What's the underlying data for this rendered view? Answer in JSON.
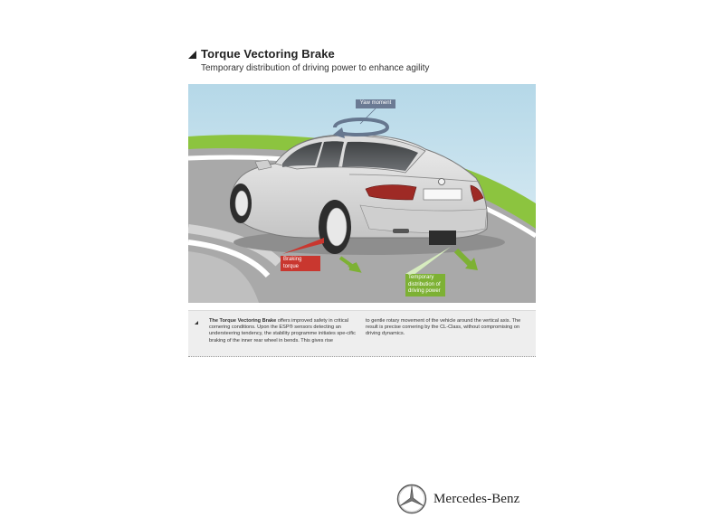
{
  "header": {
    "title": "Torque Vectoring Brake",
    "subtitle": "Temporary distribution of driving power to enhance agility"
  },
  "diagram": {
    "labels": {
      "yaw_moment": "Yaw moment",
      "braking_torque": "Braking torque",
      "power_distribution": "Temporary\ndistribution of\ndriving power"
    },
    "colors": {
      "sky": "#b9dbea",
      "road": "#a9a9a9",
      "grass": "#8cc43f",
      "yaw_label": "#6b7a93",
      "braking_label": "#c9372f",
      "power_label": "#7db134"
    }
  },
  "caption": {
    "col1_lead": "The Torque Vectoring Brake",
    "col1_rest": " offers improved safety in critical cornering conditions. Upon the ESP® sensors detecting an understeering tendency, the stability programme initiates spe-cific braking of the inner rear wheel in bends. This gives rise",
    "col2": "to gentle rotary movement of the vehicle around the vertical axis. The result is precise cornering by the CL-Class, without compromising on driving dynamics."
  },
  "brand": {
    "name": "Mercedes-Benz"
  }
}
